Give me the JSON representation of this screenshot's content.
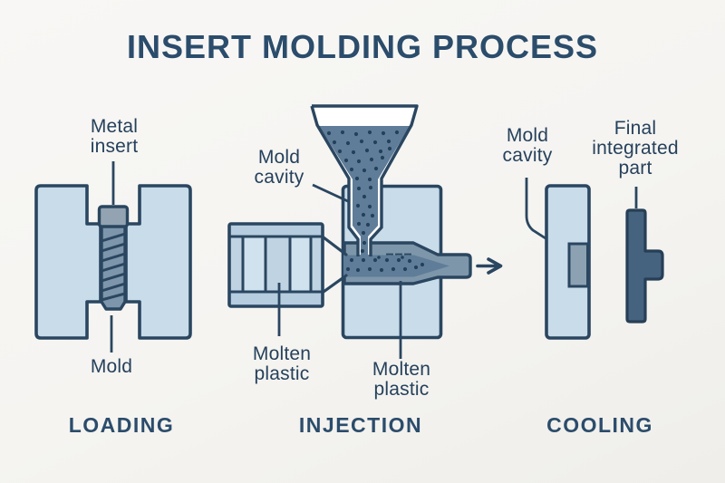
{
  "title": "INSERT MOLDING PROCESS",
  "stages": {
    "loading": {
      "name": "LOADING",
      "labels": {
        "metal_insert": "Metal\ninsert",
        "mold": "Mold"
      }
    },
    "injection": {
      "name": "INJECTION",
      "labels": {
        "mold_cavity": "Mold\ncavity",
        "molten_plastic_left": "Molten\nplastic",
        "molten_plastic_right": "Molten\nplastic"
      }
    },
    "cooling": {
      "name": "COOLING",
      "labels": {
        "mold_cavity": "Mold\ncavity",
        "final_integrated_part": "Final\nintegrated\npart"
      }
    }
  },
  "icons": {
    "stage_transition": "arrow-right"
  },
  "colors": {
    "background": "#f5f4f1",
    "outline": "#2a4660",
    "mold_block": "#c9dcea",
    "molten_plastic": "#5f7d98",
    "barrel_casing": "#7e96aa",
    "bolt_head": "#94a3b1",
    "bolt_shank": "#7d96ab",
    "heater_box_light": "#cfe2ee",
    "heater_box_band": "#b6cddf",
    "heater_box_stripe": "#bfd3e2",
    "cavity_slab": "#8ca1b2",
    "final_part": "#45637e",
    "label_text": "#26415c",
    "heading_text": "#2b4c6b"
  }
}
